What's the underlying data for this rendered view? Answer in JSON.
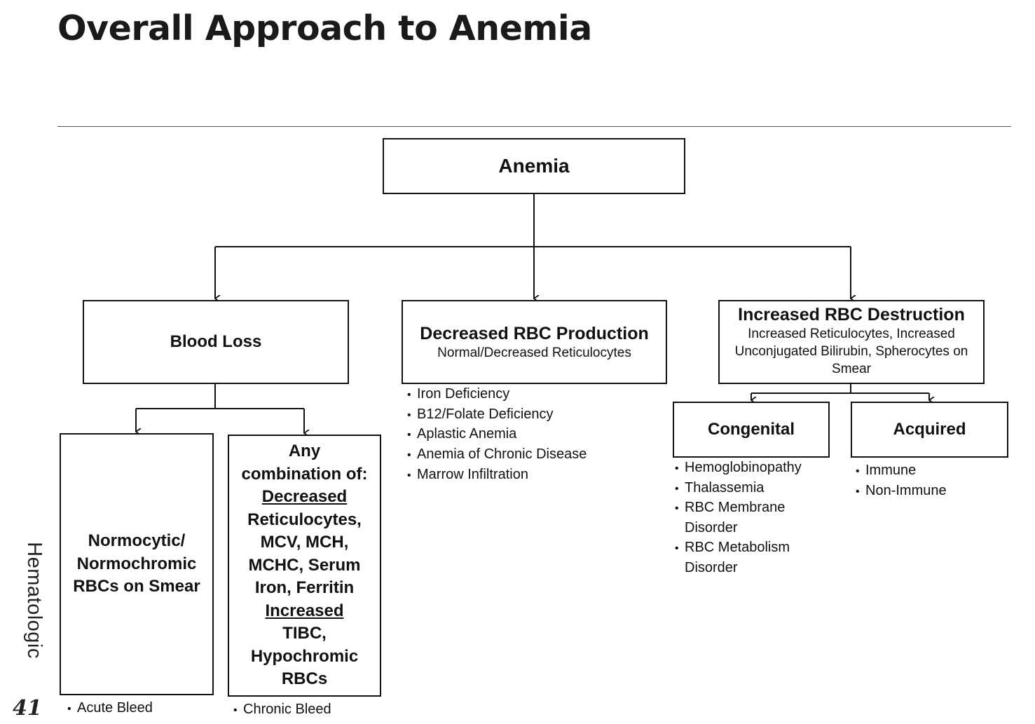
{
  "title": "Overall Approach to Anemia",
  "side_label": "Hematologic",
  "page_number": "41",
  "root": {
    "label": "Anemia"
  },
  "blood_loss": {
    "label": "Blood Loss",
    "acute": {
      "lines": [
        "Normocytic/",
        "Normochromic",
        "RBCs on Smear"
      ],
      "bullets": [
        "Acute Bleed"
      ]
    },
    "chronic": {
      "lines": [
        {
          "text": "Any",
          "underline": false
        },
        {
          "text": "combination of:",
          "underline": false
        },
        {
          "text": "Decreased",
          "underline": true
        },
        {
          "text": "Reticulocytes,",
          "underline": false
        },
        {
          "text": "MCV, MCH,",
          "underline": false
        },
        {
          "text": "MCHC, Serum",
          "underline": false
        },
        {
          "text": "Iron, Ferritin",
          "underline": false
        },
        {
          "text": "Increased",
          "underline": true
        },
        {
          "text": "TIBC,",
          "underline": false
        },
        {
          "text": "Hypochromic",
          "underline": false
        },
        {
          "text": "RBCs",
          "underline": false
        }
      ],
      "bullets": [
        "Chronic Bleed"
      ]
    }
  },
  "decreased_production": {
    "label": "Decreased RBC Production",
    "sub": "Normal/Decreased Reticulocytes",
    "bullets": [
      "Iron Deficiency",
      "B12/Folate Deficiency",
      "Aplastic Anemia",
      "Anemia of Chronic Disease",
      "Marrow Infiltration"
    ]
  },
  "increased_destruction": {
    "label": "Increased RBC Destruction",
    "sub": [
      "Increased Reticulocytes, Increased",
      "Unconjugated Bilirubin, Spherocytes on",
      "Smear"
    ],
    "congenital": {
      "label": "Congenital",
      "bullets": [
        "Hemoglobinopathy",
        "Thalassemia",
        "RBC Membrane Disorder",
        "RBC Metabolism Disorder"
      ]
    },
    "acquired": {
      "label": "Acquired",
      "bullets": [
        "Immune",
        "Non-Immune"
      ]
    }
  }
}
